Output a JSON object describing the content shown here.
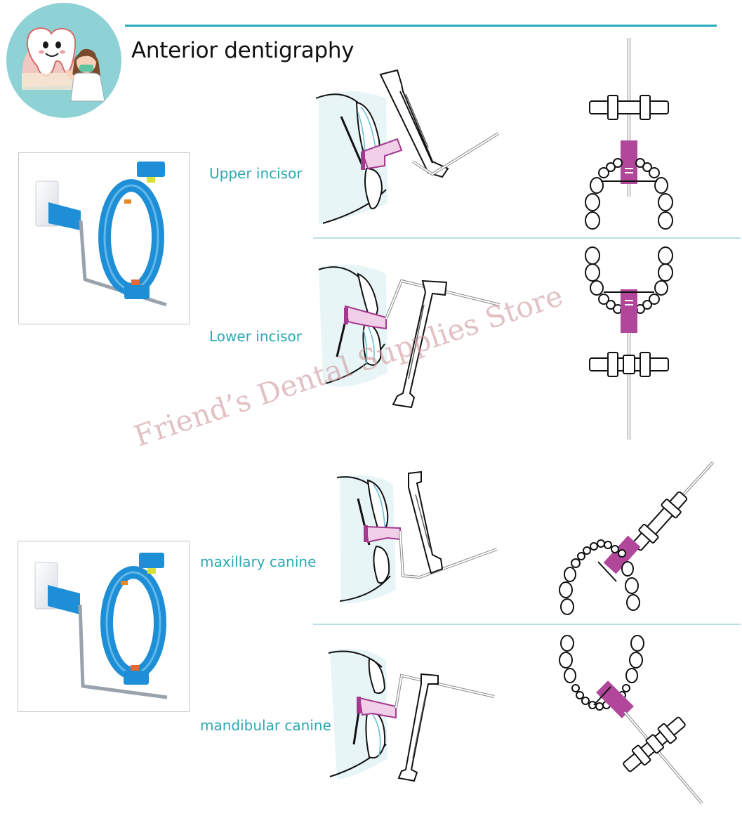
{
  "header": {
    "title": "Anterior dentigraphy"
  },
  "sections": [
    {
      "label": "Upper incisor"
    },
    {
      "label": "Lower incisor"
    },
    {
      "label": "maxillary canine"
    },
    {
      "label": "mandibular canine"
    }
  ],
  "watermark": "Friend’s Dental Supplies Store",
  "colors": {
    "accent": "#2aa9bf",
    "label": "#2aa8b4",
    "device_blue": "#1e8fd6",
    "bite_block": "#b0479b",
    "watermark": "#d4a0a5"
  },
  "icons": [
    "tooth-mascot-icon",
    "dentist-icon"
  ]
}
